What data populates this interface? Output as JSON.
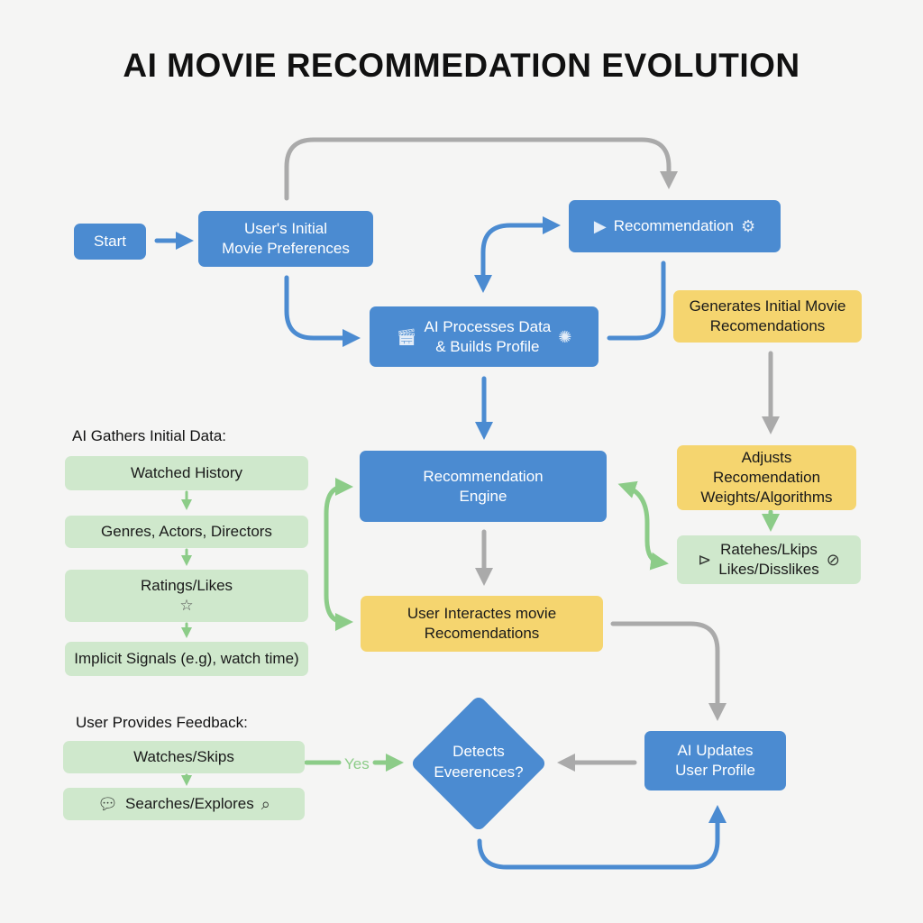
{
  "title": "AI MOVIE RECOMMEDATION EVOLUTION",
  "nodes": {
    "start": "Start",
    "initial_prefs": [
      "User's Initial",
      "Movie Preferences"
    ],
    "recommendation": "Recommendation",
    "ai_processes": [
      "AI Processes Data",
      "& Builds Profile"
    ],
    "generates": [
      "Generates Initial Movie",
      "Recomendations"
    ],
    "engine": [
      "Recommendation",
      "Engine"
    ],
    "adjusts": [
      "Adjusts",
      "Recomendation",
      "Weights/Algorithms"
    ],
    "ratehes": [
      "Ratehes/Lkips",
      "Likes/Disslikes"
    ],
    "user_interacts": [
      "User Interactes movie",
      "Recomendations"
    ],
    "detects": [
      "Detects",
      "Eveerences?"
    ],
    "ai_updates": [
      "AI Updates",
      "User Profile"
    ]
  },
  "gathers": {
    "label": "AI Gathers Initial Data:",
    "items": [
      "Watched History",
      "Genres, Actors, Directors",
      "Ratings/Likes",
      "Implicit Signals (e.g), watch time)"
    ]
  },
  "feedback": {
    "label": "User Provides Feedback:",
    "items": [
      "Watches/Skips",
      "Searches/Explores"
    ]
  },
  "yes_label": "Yes",
  "colors": {
    "blue": "#4b8bd1",
    "yellow": "#f5d56f",
    "green": "#cfe8cc",
    "gray_arrow": "#aaaaaa",
    "green_arrow": "#8ccc88"
  }
}
